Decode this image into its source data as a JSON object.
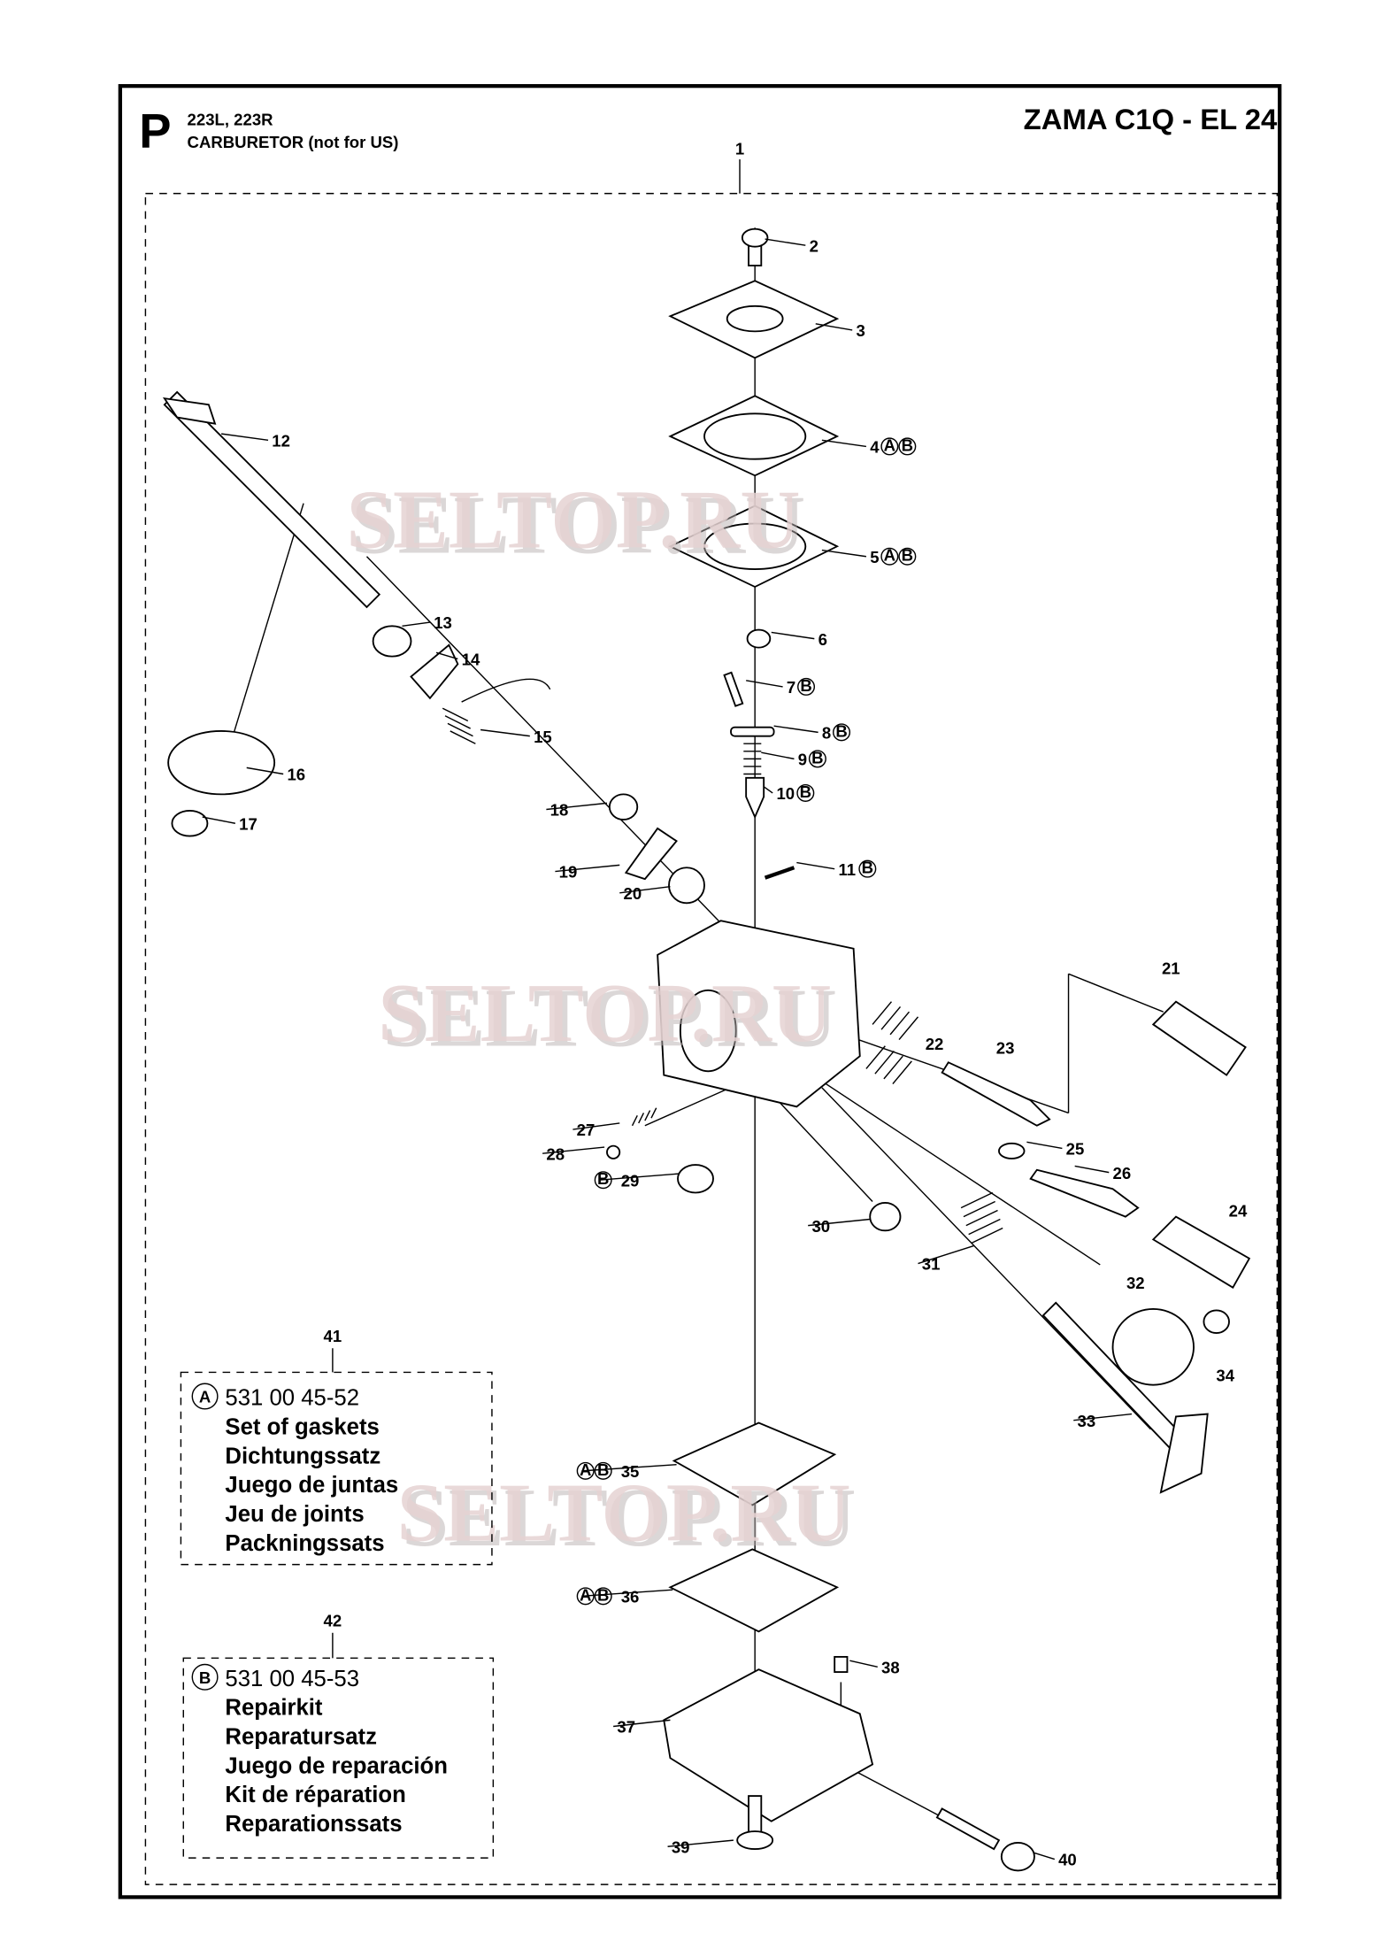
{
  "header": {
    "section_letter": "P",
    "models": "223L, 223R",
    "title": "CARBURETOR (not for US)",
    "carburetor_model": "ZAMA C1Q - EL 24"
  },
  "watermark": "SELTOP.RU",
  "callouts": [
    {
      "n": "1",
      "kits": []
    },
    {
      "n": "2",
      "kits": []
    },
    {
      "n": "3",
      "kits": []
    },
    {
      "n": "4",
      "kits": [
        "A",
        "B"
      ]
    },
    {
      "n": "5",
      "kits": [
        "A",
        "B"
      ]
    },
    {
      "n": "6",
      "kits": []
    },
    {
      "n": "7",
      "kits": [
        "B"
      ]
    },
    {
      "n": "8",
      "kits": [
        "B"
      ]
    },
    {
      "n": "9",
      "kits": [
        "B"
      ]
    },
    {
      "n": "10",
      "kits": [
        "B"
      ]
    },
    {
      "n": "11",
      "kits": [
        "B"
      ]
    },
    {
      "n": "12",
      "kits": []
    },
    {
      "n": "13",
      "kits": []
    },
    {
      "n": "14",
      "kits": []
    },
    {
      "n": "15",
      "kits": []
    },
    {
      "n": "16",
      "kits": []
    },
    {
      "n": "17",
      "kits": []
    },
    {
      "n": "18",
      "kits": []
    },
    {
      "n": "19",
      "kits": []
    },
    {
      "n": "20",
      "kits": []
    },
    {
      "n": "21",
      "kits": []
    },
    {
      "n": "22",
      "kits": []
    },
    {
      "n": "23",
      "kits": []
    },
    {
      "n": "24",
      "kits": []
    },
    {
      "n": "25",
      "kits": []
    },
    {
      "n": "26",
      "kits": []
    },
    {
      "n": "27",
      "kits": []
    },
    {
      "n": "28",
      "kits": []
    },
    {
      "n": "29",
      "kits": [
        "B"
      ]
    },
    {
      "n": "30",
      "kits": []
    },
    {
      "n": "31",
      "kits": []
    },
    {
      "n": "32",
      "kits": []
    },
    {
      "n": "33",
      "kits": []
    },
    {
      "n": "34",
      "kits": []
    },
    {
      "n": "35",
      "kits": [
        "A",
        "B"
      ]
    },
    {
      "n": "36",
      "kits": [
        "A",
        "B"
      ]
    },
    {
      "n": "37",
      "kits": []
    },
    {
      "n": "38",
      "kits": []
    },
    {
      "n": "39",
      "kits": []
    },
    {
      "n": "40",
      "kits": []
    },
    {
      "n": "41",
      "kits": []
    },
    {
      "n": "42",
      "kits": []
    }
  ],
  "kits": [
    {
      "letter": "A",
      "part_number": "531 00 45-52",
      "names": [
        "Set of gaskets",
        "Dichtungssatz",
        "Juego de juntas",
        "Jeu de joints",
        "Packningssats"
      ]
    },
    {
      "letter": "B",
      "part_number": "531 00 45-53",
      "names": [
        "Repairkit",
        "Reparatursatz",
        "Juego de reparación",
        "Kit de réparation",
        "Reparationssats"
      ]
    }
  ]
}
